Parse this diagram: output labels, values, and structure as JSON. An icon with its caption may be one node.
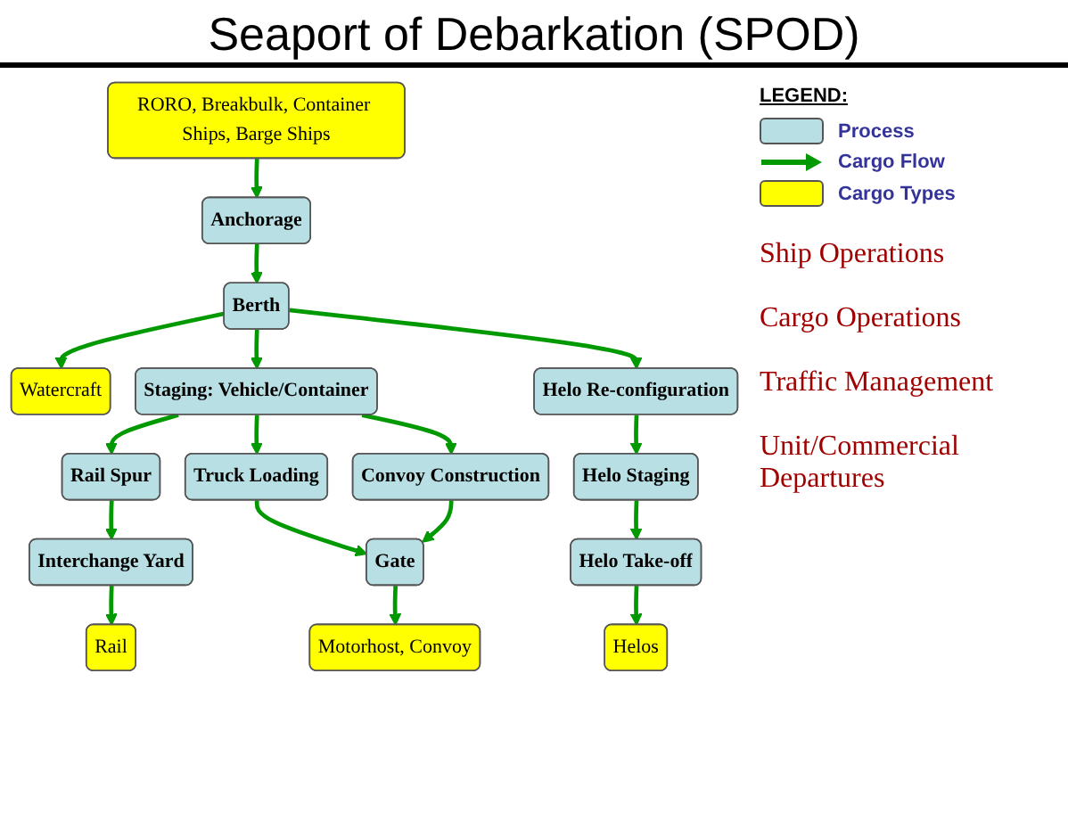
{
  "diagram": {
    "title": "Seaport of Debarkation (SPOD)",
    "nodes": [
      {
        "text": [
          "RORO, Breakbulk, Container Ships, Barge Ships"
        ]
      },
      {
        "text": [
          "Watercraft"
        ]
      },
      {
        "text": [
          "Anchorage"
        ]
      },
      {
        "text": [
          "Berth"
        ]
      },
      {
        "text": [
          "Staging: Vehicle/Container"
        ]
      },
      {
        "text": [
          "Helo Re-configuration"
        ]
      },
      {
        "text": [
          "Rail Spur"
        ]
      },
      {
        "text": [
          "Interchange Yard"
        ]
      },
      {
        "text": [
          "Truck Loading"
        ]
      },
      {
        "text": [
          "Convoy Construction"
        ]
      },
      {
        "text": [
          "Helo Staging"
        ]
      },
      {
        "text": [
          "Helo Take-off"
        ]
      },
      {
        "text": [
          "Rail"
        ]
      },
      {
        "text": [
          "Gate"
        ]
      },
      {
        "text": [
          "Helos"
        ]
      },
      {
        "text": [
          "Motorhost, Convoy"
        ]
      }
    ],
    "edges": [
      {
        "from": 0,
        "to": 2,
        "arrow": "to"
      },
      {
        "from": 2,
        "to": 3,
        "arrow": "to"
      },
      {
        "from": 3,
        "to": 1,
        "arrow": "to"
      },
      {
        "from": 3,
        "to": 4,
        "arrow": "to"
      },
      {
        "from": 3,
        "to": 5,
        "arrow": "to"
      },
      {
        "from": 4,
        "to": 6,
        "arrow": "to"
      },
      {
        "from": 4,
        "to": 8,
        "arrow": "to"
      },
      {
        "from": 4,
        "to": 9,
        "arrow": "to"
      },
      {
        "from": 5,
        "to": 10,
        "arrow": "to"
      },
      {
        "from": 6,
        "to": 7,
        "arrow": "to"
      },
      {
        "from": 7,
        "to": 12,
        "arrow": "to"
      },
      {
        "from": 8,
        "to": 13,
        "arrow": "to"
      },
      {
        "from": 9,
        "to": 13,
        "arrow": "to"
      },
      {
        "from": 10,
        "to": 11,
        "arrow": "to"
      },
      {
        "from": 11,
        "to": 14,
        "arrow": "to"
      },
      {
        "from": 13,
        "to": 15,
        "arrow": "to"
      }
    ],
    "labels": [
      "LEGEND:",
      "Ship Operations",
      "Cargo Operations",
      "Traffic Management",
      "Unit/Commercial Departures"
    ],
    "legend": [
      {
        "text": "Process",
        "color": "#b8e0e4"
      },
      {
        "text": "Cargo Flow"
      },
      {
        "text": "Cargo Types",
        "color": "#ffff00"
      }
    ]
  }
}
